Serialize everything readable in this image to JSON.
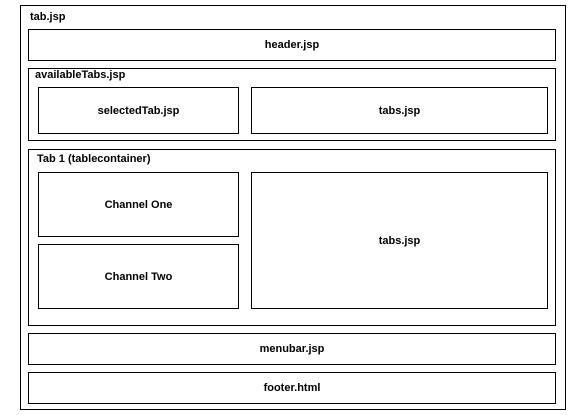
{
  "outer": {
    "label": "tab.jsp"
  },
  "header": {
    "label": "header.jsp"
  },
  "available_tabs": {
    "label": "availableTabs.jsp",
    "selected_tab": "selectedTab.jsp",
    "tabs": "tabs.jsp"
  },
  "tab_container": {
    "label": "Tab 1 (tablecontainer)",
    "channel_one": "Channel One",
    "channel_two": "Channel Two",
    "tabs": "tabs.jsp"
  },
  "menubar": {
    "label": "menubar.jsp"
  },
  "footer": {
    "label": "footer.html"
  }
}
